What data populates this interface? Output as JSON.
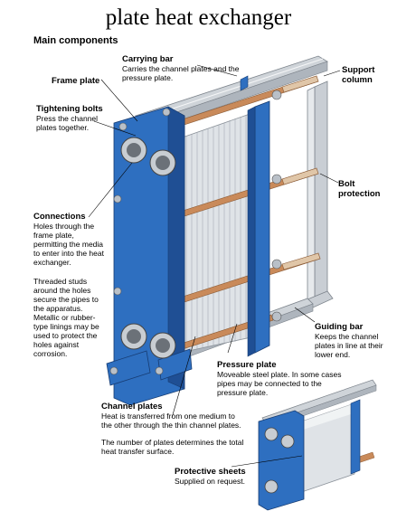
{
  "title": "plate heat exchanger",
  "subtitle": "Main components",
  "labels": {
    "carrying_bar": {
      "name": "Carrying bar",
      "desc": "Carries the channel plates and the pressure plate."
    },
    "frame_plate": {
      "name": "Frame plate"
    },
    "tightening_bolts": {
      "name": "Tightening bolts",
      "desc": "Press the channel plates together."
    },
    "support_column": {
      "name": "Support column"
    },
    "bolt_protection": {
      "name": "Bolt protection"
    },
    "connections": {
      "name": "Connections",
      "desc": "Holes through the frame plate, permitting the media to enter into the heat exchanger.",
      "desc2": "Threaded studs around the holes secure the pipes to the apparatus. Metallic or rubber-type linings may be used to protect the holes against corrosion."
    },
    "guiding_bar": {
      "name": "Guiding bar",
      "desc": "Keeps the channel plates in line at their lower end."
    },
    "pressure_plate": {
      "name": "Pressure plate",
      "desc": "Moveable steel plate. In some cases pipes may be connected to the pressure plate."
    },
    "channel_plates": {
      "name": "Channel plates",
      "desc": "Heat is transferred from one medium to the other through the thin channel plates.",
      "desc2": "The number of plates determines the total heat transfer surface."
    },
    "protective_sheets": {
      "name": "Protective sheets",
      "desc": "Supplied on request."
    }
  },
  "colors": {
    "frame": "#2e6fc0",
    "frame_dark": "#1f4f94",
    "bar": "#b9c0c8",
    "bolt": "#c98a5a",
    "plates": "#d8dde2"
  }
}
